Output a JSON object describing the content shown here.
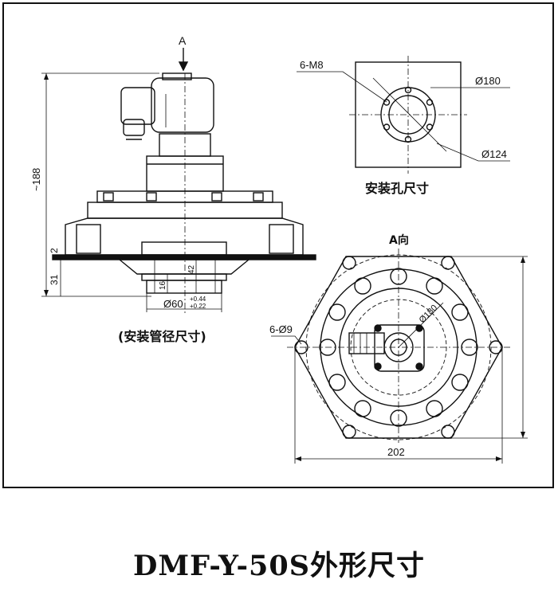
{
  "side_view": {
    "arrow_label": "A",
    "dim_height": "~188",
    "dim_2": "2",
    "dim_31": "31",
    "dim_16": "16",
    "dim_42": "42",
    "dim_dia": "Ø60",
    "tol_upper": "+0.44",
    "tol_lower": "+0.22",
    "caption": "(安装管径尺寸)"
  },
  "mount_view": {
    "label_bolts": "6-M8",
    "label_outer": "Ø180",
    "label_inner": "Ø124",
    "caption": "安装孔尺寸"
  },
  "a_view": {
    "title": "A向",
    "label_holes": "6-Ø9",
    "label_pcd": "Ø180",
    "dim_width": "202"
  },
  "page": {
    "title": "DMF-Y-50S外形尺寸"
  },
  "colors": {
    "ink": "#111111",
    "paper": "#ffffff"
  }
}
